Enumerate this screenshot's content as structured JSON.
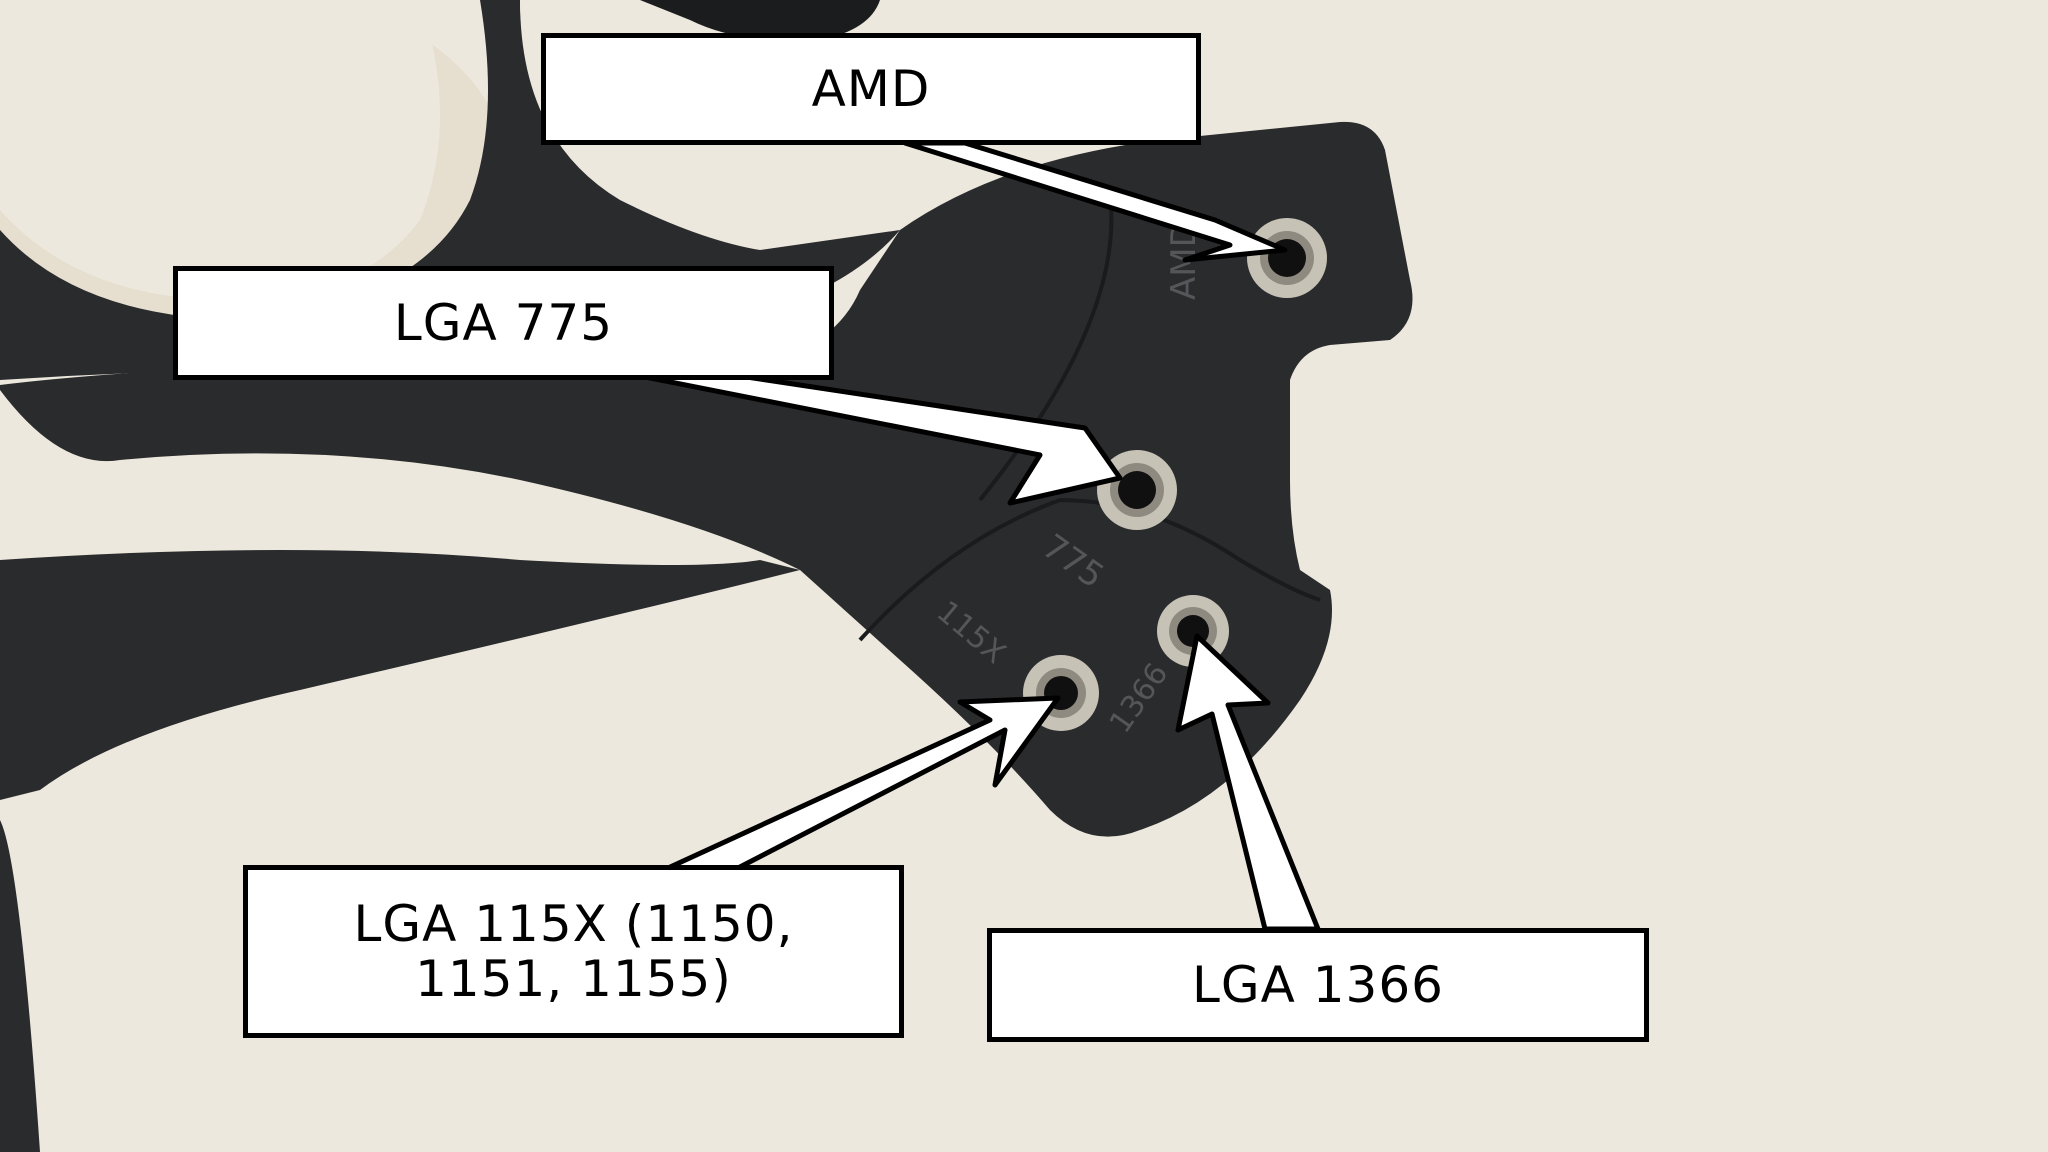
{
  "colors": {
    "background": "#ede8dd",
    "bracket": "#2a2b2d",
    "bracket_shadow": "#1c1d1f",
    "grommet": "#c7c2b6",
    "callout_fill": "#ffffff",
    "callout_border": "#000000"
  },
  "labels": {
    "amd": "AMD",
    "lga775": "LGA 775",
    "lga115x": "LGA 115X (1150, 1151, 1155)",
    "lga1366": "LGA 1366"
  },
  "engraved": {
    "amd": "AMD",
    "lga775": "775",
    "lga115x": "115X",
    "lga1366": "1366"
  }
}
